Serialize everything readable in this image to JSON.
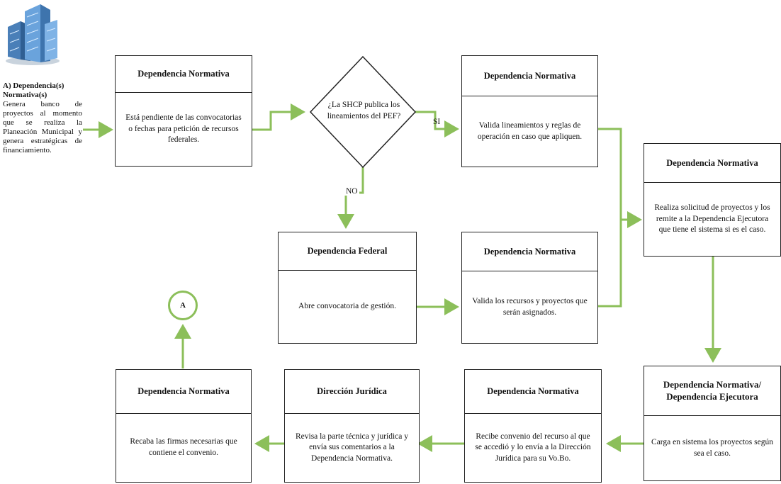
{
  "intro": {
    "title": "A)      Dependencia(s) Normativa(s)",
    "description": "Genera banco de proyectos al momento que se realiza la Planeación Municipal y genera estratégicas de financiamiento."
  },
  "decision": {
    "question": "¿La SHCP publica los lineamientos del PEF?",
    "yes_label": "SI",
    "no_label": "NO"
  },
  "connector": {
    "label": "A"
  },
  "boxes": {
    "convocatorias": {
      "title": "Dependencia Normativa",
      "text": "Está pendiente de las convocatorias o fechas  para petición de recursos federales."
    },
    "valida_lineamientos": {
      "title": "Dependencia Normativa",
      "text": "Valida lineamientos y reglas de operación en caso que apliquen."
    },
    "federal": {
      "title": "Dependencia Federal",
      "text": "Abre convocatoria  de gestión."
    },
    "valida_recursos": {
      "title": "Dependencia Normativa",
      "text": "Valida los recursos y proyectos que serán asignados."
    },
    "solicitud": {
      "title": "Dependencia Normativa",
      "text": "Realiza solicitud  de proyectos y los remite a la Dependencia Ejecutora que tiene el sistema si es el caso."
    },
    "carga": {
      "title": "Dependencia Normativa/ Dependencia Ejecutora",
      "text": "Carga en sistema los proyectos según sea el caso."
    },
    "recibe": {
      "title": "Dependencia Normativa",
      "text": "Recibe convenio del recurso al que se accedió y lo envía a la Dirección Jurídica para su Vo.Bo."
    },
    "juridica": {
      "title": "Dirección  Jurídica",
      "text": "Revisa la parte técnica y jurídica y envía sus comentarios a la Dependencia Normativa."
    },
    "recaba": {
      "title": "Dependencia Normativa",
      "text": "Recaba las firmas necesarias que contiene el convenio."
    }
  },
  "colors": {
    "arrow": "#8cbf5a",
    "border": "#222222"
  }
}
